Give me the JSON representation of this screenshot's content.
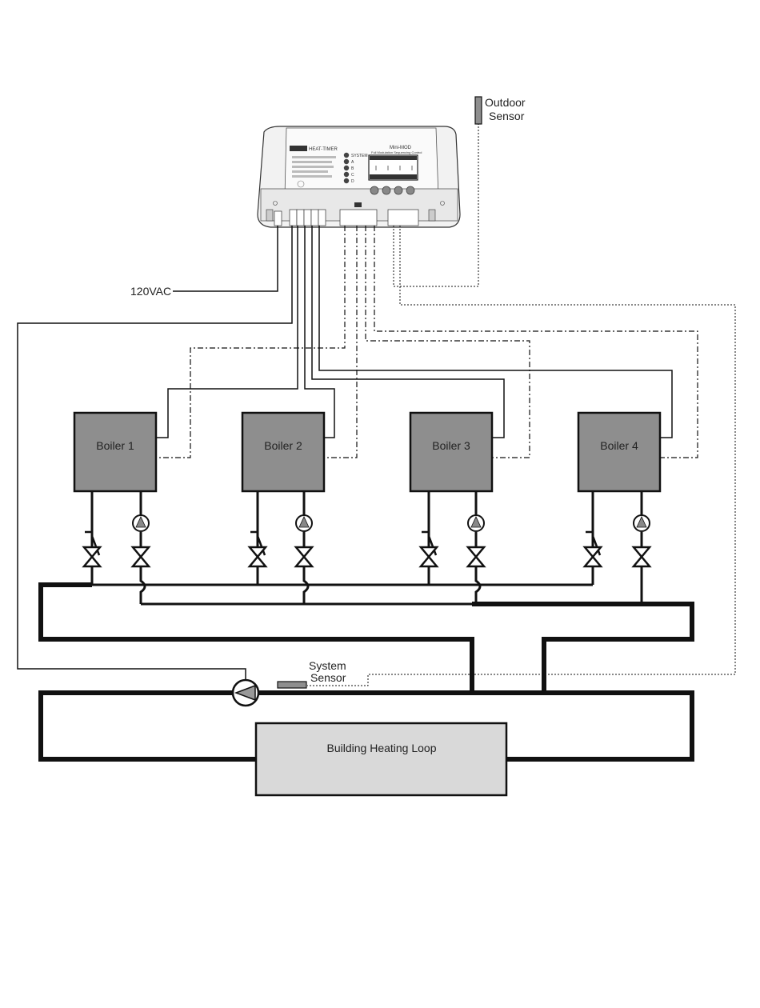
{
  "controller": {
    "brand": "HEAT-TIMER",
    "model": "Mini-MOD",
    "subtitle": "Full Modulation Sequencing Control",
    "leds": [
      "SYSTEM",
      "A",
      "B",
      "C",
      "D"
    ]
  },
  "labels": {
    "power": "120VAC",
    "outdoor_sensor_line1": "Outdoor",
    "outdoor_sensor_line2": "Sensor",
    "system_sensor_line1": "System",
    "system_sensor_line2": "Sensor",
    "heating_loop": "Building Heating Loop"
  },
  "boilers": [
    {
      "label": "Boiler 1"
    },
    {
      "label": "Boiler 2"
    },
    {
      "label": "Boiler 3"
    },
    {
      "label": "Boiler 4"
    }
  ],
  "colors": {
    "boiler_fill": "#8e8e8e",
    "loop_fill": "#d9d9d9",
    "controller_body": "#eeeeee",
    "line": "#111111"
  }
}
